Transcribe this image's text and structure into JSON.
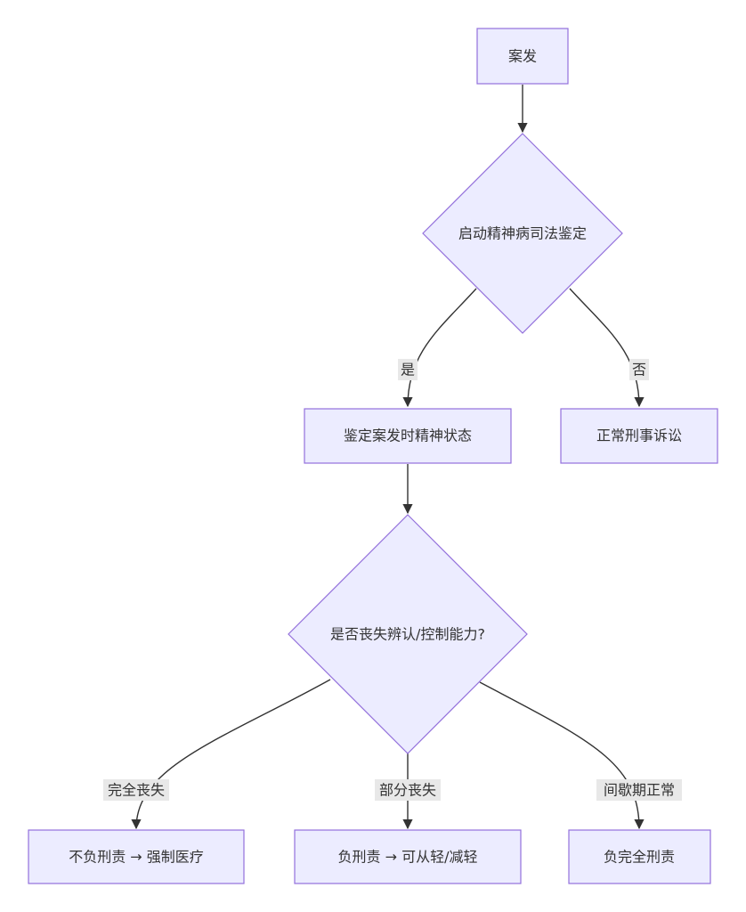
{
  "diagram": {
    "type": "flowchart",
    "nodes": {
      "start": {
        "label": "案发"
      },
      "decision_appraisal": {
        "label": "启动精神病司法鉴定"
      },
      "assess_state": {
        "label": "鉴定案发时精神状态"
      },
      "normal_trial": {
        "label": "正常刑事诉讼"
      },
      "decision_capacity": {
        "label": "是否丧失辨认/控制能力?"
      },
      "no_liability": {
        "label": "不负刑责 → 强制医疗"
      },
      "reduced_liability": {
        "label": "负刑责 → 可从轻/减轻"
      },
      "full_liability": {
        "label": "负完全刑责"
      }
    },
    "edges": {
      "yes": {
        "label": "是"
      },
      "no": {
        "label": "否"
      },
      "complete_loss": {
        "label": "完全丧失"
      },
      "partial_loss": {
        "label": "部分丧失"
      },
      "intermittent_normal": {
        "label": "间歇期正常"
      }
    },
    "colors": {
      "node_fill": "#ececff",
      "node_stroke": "#9370db",
      "edge": "#333333",
      "edge_label_bg": "#e8e8e8",
      "text": "#333333"
    }
  }
}
